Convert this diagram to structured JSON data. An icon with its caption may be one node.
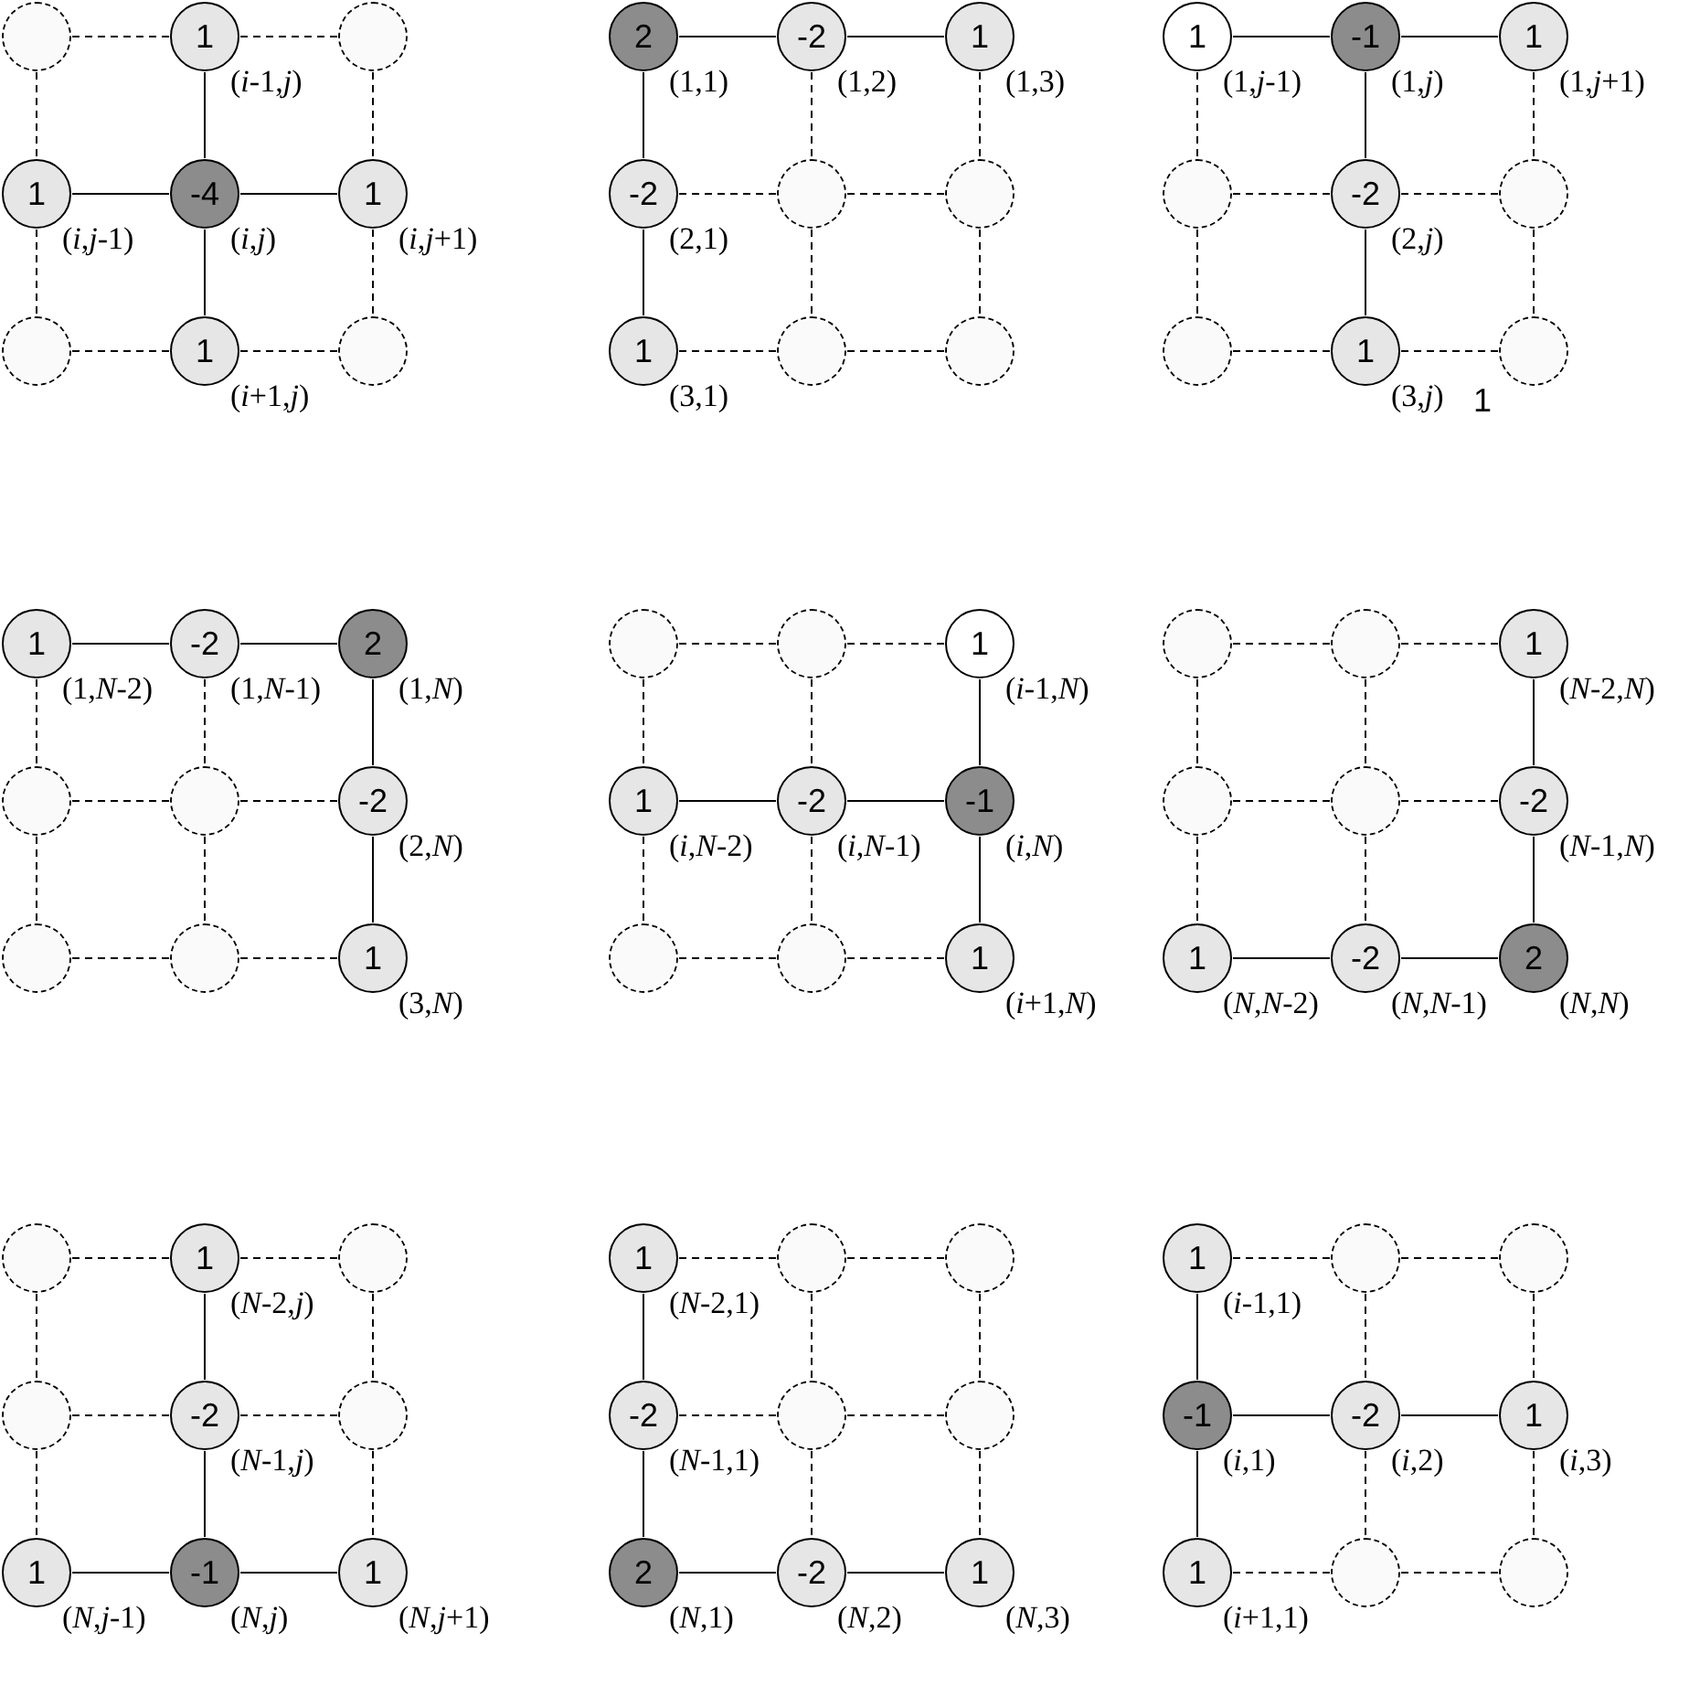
{
  "diagram": {
    "nodes": [
      {
        "text": [],
        "shape": "circle"
      },
      {
        "text": [
          "1"
        ],
        "beside": [
          "(*i*-1,*j*)"
        ]
      },
      {
        "text": [],
        "shape": "circle"
      },
      {
        "text": [
          "1"
        ],
        "beside": [
          "(*i*,*j*-1)"
        ]
      },
      {
        "text": [
          "-4"
        ],
        "beside": [
          "(*i*,*j*)"
        ]
      },
      {
        "text": [
          "1"
        ],
        "beside": [
          "(*i*,*j*+1)"
        ]
      },
      {
        "text": [],
        "shape": "circle"
      },
      {
        "text": [
          "1"
        ],
        "beside": [
          "(*i*+1,*j*)"
        ]
      },
      {
        "text": [],
        "shape": "circle"
      },
      {
        "text": [
          "2"
        ],
        "beside": [
          "(1,1)"
        ]
      },
      {
        "text": [
          "-2"
        ],
        "beside": [
          "(1,2)"
        ]
      },
      {
        "text": [
          "1"
        ],
        "beside": [
          "(1,3)"
        ]
      },
      {
        "text": [
          "-2"
        ],
        "beside": [
          "(2,1)"
        ]
      },
      {
        "text": [],
        "shape": "circle"
      },
      {
        "text": [],
        "shape": "circle"
      },
      {
        "text": [
          "1"
        ],
        "beside": [
          "(3,1)"
        ]
      },
      {
        "text": [],
        "shape": "circle"
      },
      {
        "text": [],
        "shape": "circle"
      },
      {
        "text": [
          "1"
        ],
        "beside": [
          "(1,*j*-1)"
        ]
      },
      {
        "text": [
          "-1"
        ],
        "beside": [
          "(1,*j*)"
        ]
      },
      {
        "text": [
          "1"
        ],
        "beside": [
          "(1,*j*+1)"
        ]
      },
      {
        "text": [],
        "shape": "circle"
      },
      {
        "text": [
          "-2"
        ],
        "beside": [
          "(2,*j*)"
        ]
      },
      {
        "text": [],
        "shape": "circle"
      },
      {
        "text": [],
        "shape": "circle"
      },
      {
        "text": [
          "1"
        ],
        "beside": [
          "(3,*j*)"
        ]
      },
      {
        "text": [],
        "shape": "circle"
      },
      {
        "text": [
          "1"
        ],
        "beside": [
          "(1,*N*-2)"
        ]
      },
      {
        "text": [
          "-2"
        ],
        "beside": [
          "(1,*N*-1)"
        ]
      },
      {
        "text": [
          "2"
        ],
        "beside": [
          "(1,*N*)"
        ]
      },
      {
        "text": [],
        "shape": "circle"
      },
      {
        "text": [],
        "shape": "circle"
      },
      {
        "text": [
          "-2"
        ],
        "beside": [
          "(2,*N*)"
        ]
      },
      {
        "text": [],
        "shape": "circle"
      },
      {
        "text": [],
        "shape": "circle"
      },
      {
        "text": [
          "1"
        ],
        "beside": [
          "(3,*N*)"
        ]
      },
      {
        "text": [],
        "shape": "circle"
      },
      {
        "text": [],
        "shape": "circle"
      },
      {
        "text": [
          "1"
        ],
        "beside": [
          "(*i*-1,*N*)"
        ]
      },
      {
        "text": [
          "1"
        ],
        "beside": [
          "(*i*,*N*-2)"
        ]
      },
      {
        "text": [
          "-2"
        ],
        "beside": [
          "(*i*,*N*-1)"
        ]
      },
      {
        "text": [
          "-1"
        ],
        "beside": [
          "(*i*,*N*)"
        ]
      },
      {
        "text": [],
        "shape": "circle"
      },
      {
        "text": [],
        "shape": "circle"
      },
      {
        "text": [
          "1"
        ],
        "beside": [
          "(*i*+1,*N*)"
        ]
      },
      {
        "text": [],
        "shape": "circle"
      },
      {
        "text": [],
        "shape": "circle"
      },
      {
        "text": [
          "1"
        ],
        "beside": [
          "(*N*-2,*N*)"
        ]
      },
      {
        "text": [],
        "shape": "circle"
      },
      {
        "text": [],
        "shape": "circle"
      },
      {
        "text": [
          "-2"
        ],
        "beside": [
          "(*N*-1,*N*)"
        ]
      },
      {
        "text": [
          "1"
        ],
        "beside": [
          "(*N*,*N*-2)"
        ]
      },
      {
        "text": [
          "-2"
        ],
        "beside": [
          "(*N*,*N*-1)"
        ]
      },
      {
        "text": [
          "2"
        ],
        "beside": [
          "(*N*,*N*)"
        ]
      },
      {
        "text": [],
        "shape": "circle"
      },
      {
        "text": [
          "1"
        ],
        "beside": [
          "(*N*-2,*j*)"
        ]
      },
      {
        "text": [],
        "shape": "circle"
      },
      {
        "text": [],
        "shape": "circle"
      },
      {
        "text": [
          "-2"
        ],
        "beside": [
          "(*N*-1,*j*)"
        ]
      },
      {
        "text": [],
        "shape": "circle"
      },
      {
        "text": [
          "1"
        ],
        "beside": [
          "(*N*,*j*-1)"
        ]
      },
      {
        "text": [
          "-1"
        ],
        "beside": [
          "(*N*,*j*)"
        ]
      },
      {
        "text": [
          "1"
        ],
        "beside": [
          "(*N*,*j*+1)"
        ]
      },
      {
        "text": [
          "1"
        ],
        "beside": [
          "(*N*-2,1)"
        ]
      },
      {
        "text": [],
        "shape": "circle"
      },
      {
        "text": [],
        "shape": "circle"
      },
      {
        "text": [
          "-2"
        ],
        "beside": [
          "(*N*-1,1)"
        ]
      },
      {
        "text": [],
        "shape": "circle"
      },
      {
        "text": [],
        "shape": "circle"
      },
      {
        "text": [
          "2"
        ],
        "beside": [
          "(*N*,1)"
        ]
      },
      {
        "text": [
          "-2"
        ],
        "beside": [
          "(*N*,2)"
        ]
      },
      {
        "text": [
          "1"
        ],
        "beside": [
          "(*N*,3)"
        ]
      },
      {
        "text": [
          "1"
        ],
        "beside": [
          "(*i*-1,1)"
        ]
      },
      {
        "text": [],
        "shape": "circle"
      },
      {
        "text": [],
        "shape": "circle"
      },
      {
        "text": [
          "-1"
        ],
        "beside": [
          "(*i*,1)"
        ]
      },
      {
        "text": [
          "-2"
        ],
        "beside": [
          "(*i*,2)"
        ]
      },
      {
        "text": [
          "1"
        ],
        "beside": [
          "(*i*,3)"
        ]
      },
      {
        "text": [
          "1"
        ],
        "beside": [
          "(*i*+1,1)"
        ]
      },
      {
        "text": [],
        "shape": "circle"
      },
      {
        "text": [],
        "shape": "circle"
      }
    ],
    "edges": [
      {
        "from": 0,
        "to": 1,
        "arrow": "none",
        "style": "dashed"
      },
      {
        "from": 1,
        "to": 2,
        "arrow": "none",
        "style": "dashed"
      },
      {
        "from": 0,
        "to": 3,
        "arrow": "none",
        "style": "dashed"
      },
      {
        "from": 1,
        "to": 4,
        "arrow": "none"
      },
      {
        "from": 2,
        "to": 5,
        "arrow": "none",
        "style": "dashed"
      },
      {
        "from": 3,
        "to": 4,
        "arrow": "none"
      },
      {
        "from": 4,
        "to": 5,
        "arrow": "none"
      },
      {
        "from": 3,
        "to": 6,
        "arrow": "none",
        "style": "dashed"
      },
      {
        "from": 4,
        "to": 7,
        "arrow": "none"
      },
      {
        "from": 5,
        "to": 8,
        "arrow": "none",
        "style": "dashed"
      },
      {
        "from": 6,
        "to": 7,
        "arrow": "none",
        "style": "dashed"
      },
      {
        "from": 7,
        "to": 8,
        "arrow": "none",
        "style": "dashed"
      },
      {
        "from": 9,
        "to": 10,
        "arrow": "none"
      },
      {
        "from": 10,
        "to": 11,
        "arrow": "none"
      },
      {
        "from": 9,
        "to": 12,
        "arrow": "none"
      },
      {
        "from": 10,
        "to": 13,
        "arrow": "none",
        "style": "dashed"
      },
      {
        "from": 11,
        "to": 14,
        "arrow": "none",
        "style": "dashed"
      },
      {
        "from": 12,
        "to": 13,
        "arrow": "none",
        "style": "dashed"
      },
      {
        "from": 13,
        "to": 14,
        "arrow": "none",
        "style": "dashed"
      },
      {
        "from": 12,
        "to": 15,
        "arrow": "none"
      },
      {
        "from": 13,
        "to": 16,
        "arrow": "none",
        "style": "dashed"
      },
      {
        "from": 14,
        "to": 17,
        "arrow": "none",
        "style": "dashed"
      },
      {
        "from": 15,
        "to": 16,
        "arrow": "none",
        "style": "dashed"
      },
      {
        "from": 16,
        "to": 17,
        "arrow": "none",
        "style": "dashed"
      },
      {
        "from": 18,
        "to": 19,
        "arrow": "none"
      },
      {
        "from": 19,
        "to": 20,
        "arrow": "none"
      },
      {
        "from": 18,
        "to": 21,
        "arrow": "none",
        "style": "dashed"
      },
      {
        "from": 19,
        "to": 22,
        "arrow": "none"
      },
      {
        "from": 20,
        "to": 23,
        "arrow": "none",
        "style": "dashed"
      },
      {
        "from": 21,
        "to": 22,
        "arrow": "none",
        "style": "dashed"
      },
      {
        "from": 22,
        "to": 23,
        "arrow": "none",
        "style": "dashed"
      },
      {
        "from": 21,
        "to": 24,
        "arrow": "none",
        "style": "dashed"
      },
      {
        "from": 22,
        "to": 25,
        "arrow": "none"
      },
      {
        "from": 23,
        "to": 26,
        "arrow": "none",
        "style": "dashed"
      },
      {
        "from": 24,
        "to": 25,
        "arrow": "none",
        "style": "dashed"
      },
      {
        "from": 25,
        "to": 26,
        "arrow": "none",
        "style": "dashed"
      },
      {
        "from": 27,
        "to": 28,
        "arrow": "none"
      },
      {
        "from": 28,
        "to": 29,
        "arrow": "none"
      },
      {
        "from": 27,
        "to": 30,
        "arrow": "none",
        "style": "dashed"
      },
      {
        "from": 28,
        "to": 31,
        "arrow": "none",
        "style": "dashed"
      },
      {
        "from": 29,
        "to": 32,
        "arrow": "none"
      },
      {
        "from": 30,
        "to": 31,
        "arrow": "none",
        "style": "dashed"
      },
      {
        "from": 31,
        "to": 32,
        "arrow": "none",
        "style": "dashed"
      },
      {
        "from": 30,
        "to": 33,
        "arrow": "none",
        "style": "dashed"
      },
      {
        "from": 31,
        "to": 34,
        "arrow": "none",
        "style": "dashed"
      },
      {
        "from": 32,
        "to": 35,
        "arrow": "none"
      },
      {
        "from": 33,
        "to": 34,
        "arrow": "none",
        "style": "dashed"
      },
      {
        "from": 34,
        "to": 35,
        "arrow": "none",
        "style": "dashed"
      },
      {
        "from": 36,
        "to": 37,
        "arrow": "none",
        "style": "dashed"
      },
      {
        "from": 37,
        "to": 38,
        "arrow": "none",
        "style": "dashed"
      },
      {
        "from": 36,
        "to": 39,
        "arrow": "none",
        "style": "dashed"
      },
      {
        "from": 37,
        "to": 40,
        "arrow": "none",
        "style": "dashed"
      },
      {
        "from": 38,
        "to": 41,
        "arrow": "none"
      },
      {
        "from": 39,
        "to": 40,
        "arrow": "none"
      },
      {
        "from": 40,
        "to": 41,
        "arrow": "none"
      },
      {
        "from": 39,
        "to": 42,
        "arrow": "none",
        "style": "dashed"
      },
      {
        "from": 40,
        "to": 43,
        "arrow": "none",
        "style": "dashed"
      },
      {
        "from": 41,
        "to": 44,
        "arrow": "none"
      },
      {
        "from": 42,
        "to": 43,
        "arrow": "none",
        "style": "dashed"
      },
      {
        "from": 43,
        "to": 44,
        "arrow": "none",
        "style": "dashed"
      },
      {
        "from": 45,
        "to": 46,
        "arrow": "none",
        "style": "dashed"
      },
      {
        "from": 46,
        "to": 47,
        "arrow": "none",
        "style": "dashed"
      },
      {
        "from": 45,
        "to": 48,
        "arrow": "none",
        "style": "dashed"
      },
      {
        "from": 46,
        "to": 49,
        "arrow": "none",
        "style": "dashed"
      },
      {
        "from": 47,
        "to": 50,
        "arrow": "none"
      },
      {
        "from": 48,
        "to": 49,
        "arrow": "none",
        "style": "dashed"
      },
      {
        "from": 49,
        "to": 50,
        "arrow": "none",
        "style": "dashed"
      },
      {
        "from": 48,
        "to": 51,
        "arrow": "none",
        "style": "dashed"
      },
      {
        "from": 49,
        "to": 52,
        "arrow": "none",
        "style": "dashed"
      },
      {
        "from": 50,
        "to": 53,
        "arrow": "none"
      },
      {
        "from": 51,
        "to": 52,
        "arrow": "none"
      },
      {
        "from": 52,
        "to": 53,
        "arrow": "none"
      },
      {
        "from": 54,
        "to": 55,
        "arrow": "none",
        "style": "dashed"
      },
      {
        "from": 55,
        "to": 56,
        "arrow": "none",
        "style": "dashed"
      },
      {
        "from": 54,
        "to": 57,
        "arrow": "none",
        "style": "dashed"
      },
      {
        "from": 55,
        "to": 58,
        "arrow": "none"
      },
      {
        "from": 56,
        "to": 59,
        "arrow": "none",
        "style": "dashed"
      },
      {
        "from": 57,
        "to": 58,
        "arrow": "none",
        "style": "dashed"
      },
      {
        "from": 58,
        "to": 59,
        "arrow": "none",
        "style": "dashed"
      },
      {
        "from": 57,
        "to": 60,
        "arrow": "none",
        "style": "dashed"
      },
      {
        "from": 58,
        "to": 61,
        "arrow": "none"
      },
      {
        "from": 59,
        "to": 62,
        "arrow": "none",
        "style": "dashed"
      },
      {
        "from": 60,
        "to": 61,
        "arrow": "none"
      },
      {
        "from": 61,
        "to": 62,
        "arrow": "none"
      },
      {
        "from": 63,
        "to": 64,
        "arrow": "none",
        "style": "dashed"
      },
      {
        "from": 64,
        "to": 65,
        "arrow": "none",
        "style": "dashed"
      },
      {
        "from": 63,
        "to": 66,
        "arrow": "none"
      },
      {
        "from": 64,
        "to": 67,
        "arrow": "none",
        "style": "dashed"
      },
      {
        "from": 65,
        "to": 68,
        "arrow": "none",
        "style": "dashed"
      },
      {
        "from": 66,
        "to": 67,
        "arrow": "none",
        "style": "dashed"
      },
      {
        "from": 67,
        "to": 68,
        "arrow": "none",
        "style": "dashed"
      },
      {
        "from": 66,
        "to": 69,
        "arrow": "none"
      },
      {
        "from": 67,
        "to": 70,
        "arrow": "none",
        "style": "dashed"
      },
      {
        "from": 68,
        "to": 71,
        "arrow": "none",
        "style": "dashed"
      },
      {
        "from": 69,
        "to": 70,
        "arrow": "none"
      },
      {
        "from": 70,
        "to": 71,
        "arrow": "none"
      },
      {
        "from": 72,
        "to": 73,
        "arrow": "none",
        "style": "dashed"
      },
      {
        "from": 73,
        "to": 74,
        "arrow": "none",
        "style": "dashed"
      },
      {
        "from": 72,
        "to": 75,
        "arrow": "none"
      },
      {
        "from": 73,
        "to": 76,
        "arrow": "none",
        "style": "dashed"
      },
      {
        "from": 74,
        "to": 77,
        "arrow": "none",
        "style": "dashed"
      },
      {
        "from": 75,
        "to": 76,
        "arrow": "none"
      },
      {
        "from": 76,
        "to": 77,
        "arrow": "none"
      },
      {
        "from": 75,
        "to": 78,
        "arrow": "none"
      },
      {
        "from": 76,
        "to": 79,
        "arrow": "none",
        "style": "dashed"
      },
      {
        "from": 77,
        "to": 80,
        "arrow": "none",
        "style": "dashed"
      },
      {
        "from": 78,
        "to": 79,
        "arrow": "none",
        "style": "dashed"
      },
      {
        "from": 79,
        "to": 80,
        "arrow": "none",
        "style": "dashed"
      }
    ],
    "labels": [
      "1"
    ]
  }
}
